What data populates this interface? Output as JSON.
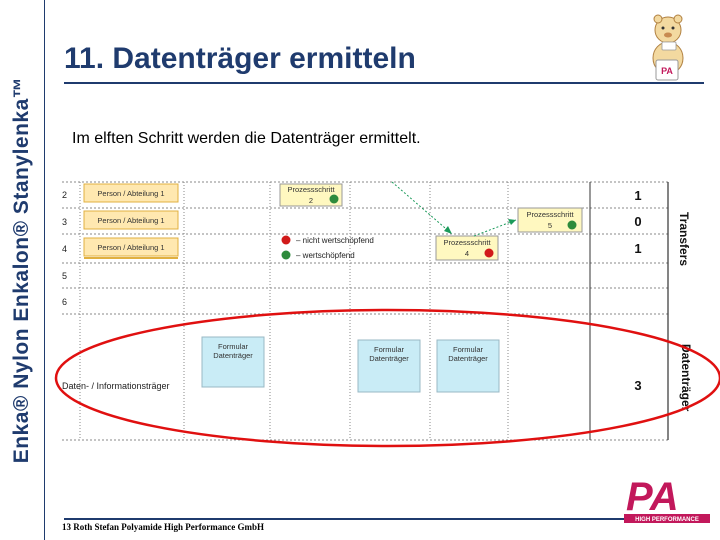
{
  "sidebar": {
    "brand_text": "Enka® Nylon  Enkalon®  Stanylenka™"
  },
  "header": {
    "title": "11. Datenträger ermitteln"
  },
  "intro": {
    "text": "Im elften Schritt werden die Datenträger ermittelt."
  },
  "diagram": {
    "row_numbers": [
      "2",
      "3",
      "4",
      "5",
      "6"
    ],
    "person_boxes": [
      "Person / Abteilung 1",
      "Person / Abteilung 1",
      "Person / Abteilung 1"
    ],
    "process_steps": [
      {
        "label": "Prozessschritt",
        "number": "2",
        "dot_color": "#2e8b3c"
      },
      {
        "label": "Prozessschritt",
        "number": "5",
        "dot_color": "#2e8b3c"
      },
      {
        "label": "Prozessschritt",
        "number": "4",
        "dot_color": "#d11a1a"
      }
    ],
    "legend": [
      {
        "label": "– nicht wertschöpfend",
        "color": "#d11a1a"
      },
      {
        "label": "– wertschöpfend",
        "color": "#2e8b3c"
      }
    ],
    "counts": [
      "1",
      "0",
      "1",
      "3"
    ],
    "side_labels": {
      "transfers": "Transfers",
      "data_carriers": "Datenträger"
    },
    "data_carrier_row_label": "Daten- / Informationsträger",
    "carrier_boxes": [
      {
        "line1": "Formular",
        "line2": "Datenträger"
      },
      {
        "line1": "Formular",
        "line2": "Datenträger"
      },
      {
        "line1": "Formular",
        "line2": "Datenträger"
      }
    ],
    "colors": {
      "person_fill": "#ffe8b0",
      "person_border": "#e0b040",
      "process_fill": "#fff8c0",
      "carrier_fill": "#c9ecf6",
      "ellipse": "#e01010",
      "arrow": "#1a9a5a"
    }
  },
  "logo": {
    "letters": "PA",
    "tagline": "HIGH PERFORMANCE"
  },
  "mascot": {
    "name": "bear-mascot-icon"
  },
  "footer": {
    "text": "13  Roth Stefan Polyamide High Performance GmbH"
  }
}
